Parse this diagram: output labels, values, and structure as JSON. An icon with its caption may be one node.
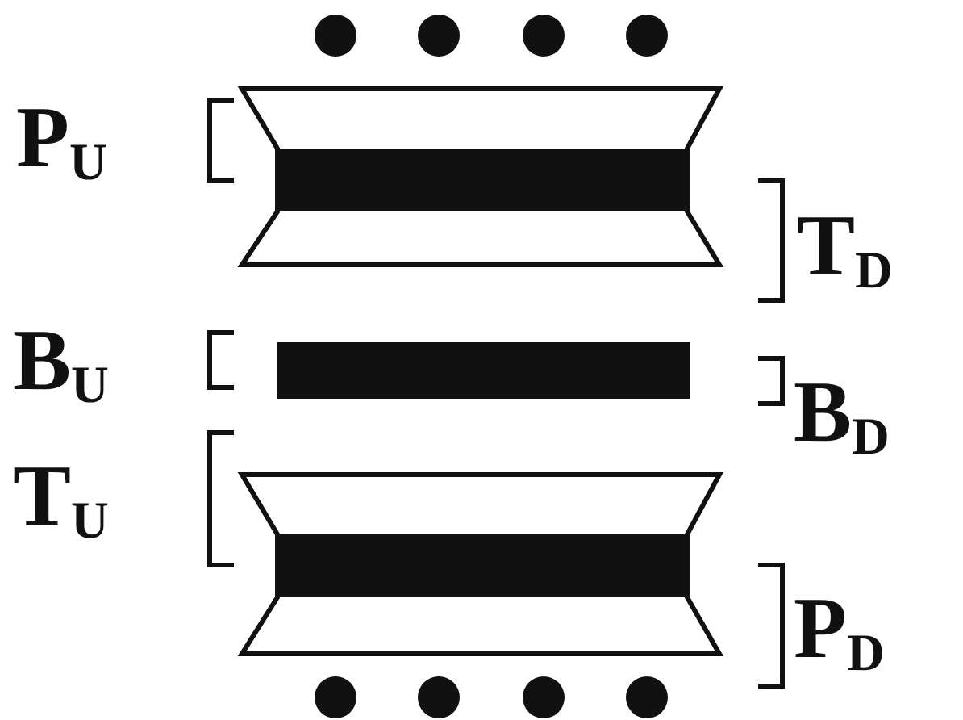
{
  "diagram": {
    "labels": [
      "P$_{U}$",
      "T$_{D}$",
      "B$_{U}$",
      "B$_{D}$",
      "T$_{U}$",
      "P$_{D}$"
    ]
  }
}
